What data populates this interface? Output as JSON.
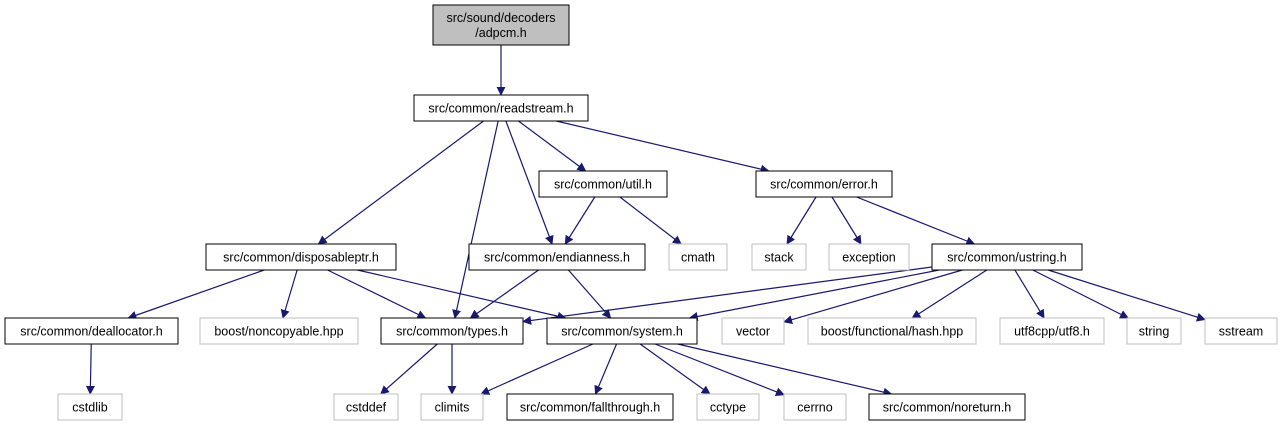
{
  "diagram": {
    "type": "include-dependency-graph",
    "colors": {
      "edge": "#191970",
      "root_fill": "#bfbfbf",
      "root_border": "#000000",
      "internal_border": "#000000",
      "external_border": "#bfbfbf",
      "external_text": "#404040"
    },
    "nodes": [
      {
        "id": "adpcm",
        "lines": [
          "src/sound/decoders",
          "/adpcm.h"
        ],
        "kind": "root"
      },
      {
        "id": "readstream",
        "lines": [
          "src/common/readstream.h"
        ],
        "kind": "internal"
      },
      {
        "id": "util",
        "lines": [
          "src/common/util.h"
        ],
        "kind": "internal"
      },
      {
        "id": "error",
        "lines": [
          "src/common/error.h"
        ],
        "kind": "internal"
      },
      {
        "id": "disposableptr",
        "lines": [
          "src/common/disposableptr.h"
        ],
        "kind": "internal"
      },
      {
        "id": "endianness",
        "lines": [
          "src/common/endianness.h"
        ],
        "kind": "internal"
      },
      {
        "id": "cmath",
        "lines": [
          "cmath"
        ],
        "kind": "external"
      },
      {
        "id": "stack",
        "lines": [
          "stack"
        ],
        "kind": "external"
      },
      {
        "id": "exception",
        "lines": [
          "exception"
        ],
        "kind": "external"
      },
      {
        "id": "ustring",
        "lines": [
          "src/common/ustring.h"
        ],
        "kind": "internal"
      },
      {
        "id": "deallocator",
        "lines": [
          "src/common/deallocator.h"
        ],
        "kind": "internal"
      },
      {
        "id": "noncopyable",
        "lines": [
          "boost/noncopyable.hpp"
        ],
        "kind": "external"
      },
      {
        "id": "types",
        "lines": [
          "src/common/types.h"
        ],
        "kind": "internal"
      },
      {
        "id": "system",
        "lines": [
          "src/common/system.h"
        ],
        "kind": "internal"
      },
      {
        "id": "vector",
        "lines": [
          "vector"
        ],
        "kind": "external"
      },
      {
        "id": "hash",
        "lines": [
          "boost/functional/hash.hpp"
        ],
        "kind": "external"
      },
      {
        "id": "utf8",
        "lines": [
          "utf8cpp/utf8.h"
        ],
        "kind": "external"
      },
      {
        "id": "string",
        "lines": [
          "string"
        ],
        "kind": "external"
      },
      {
        "id": "sstream",
        "lines": [
          "sstream"
        ],
        "kind": "external"
      },
      {
        "id": "cstdlib",
        "lines": [
          "cstdlib"
        ],
        "kind": "external"
      },
      {
        "id": "cstddef",
        "lines": [
          "cstddef"
        ],
        "kind": "external"
      },
      {
        "id": "climits",
        "lines": [
          "climits"
        ],
        "kind": "external"
      },
      {
        "id": "fallthrough",
        "lines": [
          "src/common/fallthrough.h"
        ],
        "kind": "internal"
      },
      {
        "id": "cctype",
        "lines": [
          "cctype"
        ],
        "kind": "external"
      },
      {
        "id": "cerrno",
        "lines": [
          "cerrno"
        ],
        "kind": "external"
      },
      {
        "id": "noreturn",
        "lines": [
          "src/common/noreturn.h"
        ],
        "kind": "internal"
      }
    ],
    "edges": [
      [
        "adpcm",
        "readstream"
      ],
      [
        "readstream",
        "disposableptr"
      ],
      [
        "readstream",
        "types"
      ],
      [
        "readstream",
        "endianness"
      ],
      [
        "readstream",
        "util"
      ],
      [
        "readstream",
        "error"
      ],
      [
        "util",
        "endianness"
      ],
      [
        "util",
        "cmath"
      ],
      [
        "error",
        "stack"
      ],
      [
        "error",
        "exception"
      ],
      [
        "error",
        "ustring"
      ],
      [
        "disposableptr",
        "deallocator"
      ],
      [
        "disposableptr",
        "noncopyable"
      ],
      [
        "disposableptr",
        "types"
      ],
      [
        "disposableptr",
        "system"
      ],
      [
        "endianness",
        "types"
      ],
      [
        "endianness",
        "system"
      ],
      [
        "ustring",
        "types"
      ],
      [
        "ustring",
        "system"
      ],
      [
        "ustring",
        "vector"
      ],
      [
        "ustring",
        "hash"
      ],
      [
        "ustring",
        "utf8"
      ],
      [
        "ustring",
        "string"
      ],
      [
        "ustring",
        "sstream"
      ],
      [
        "deallocator",
        "cstdlib"
      ],
      [
        "types",
        "cstddef"
      ],
      [
        "types",
        "climits"
      ],
      [
        "system",
        "climits"
      ],
      [
        "system",
        "fallthrough"
      ],
      [
        "system",
        "cctype"
      ],
      [
        "system",
        "cerrno"
      ],
      [
        "system",
        "noreturn"
      ]
    ]
  }
}
